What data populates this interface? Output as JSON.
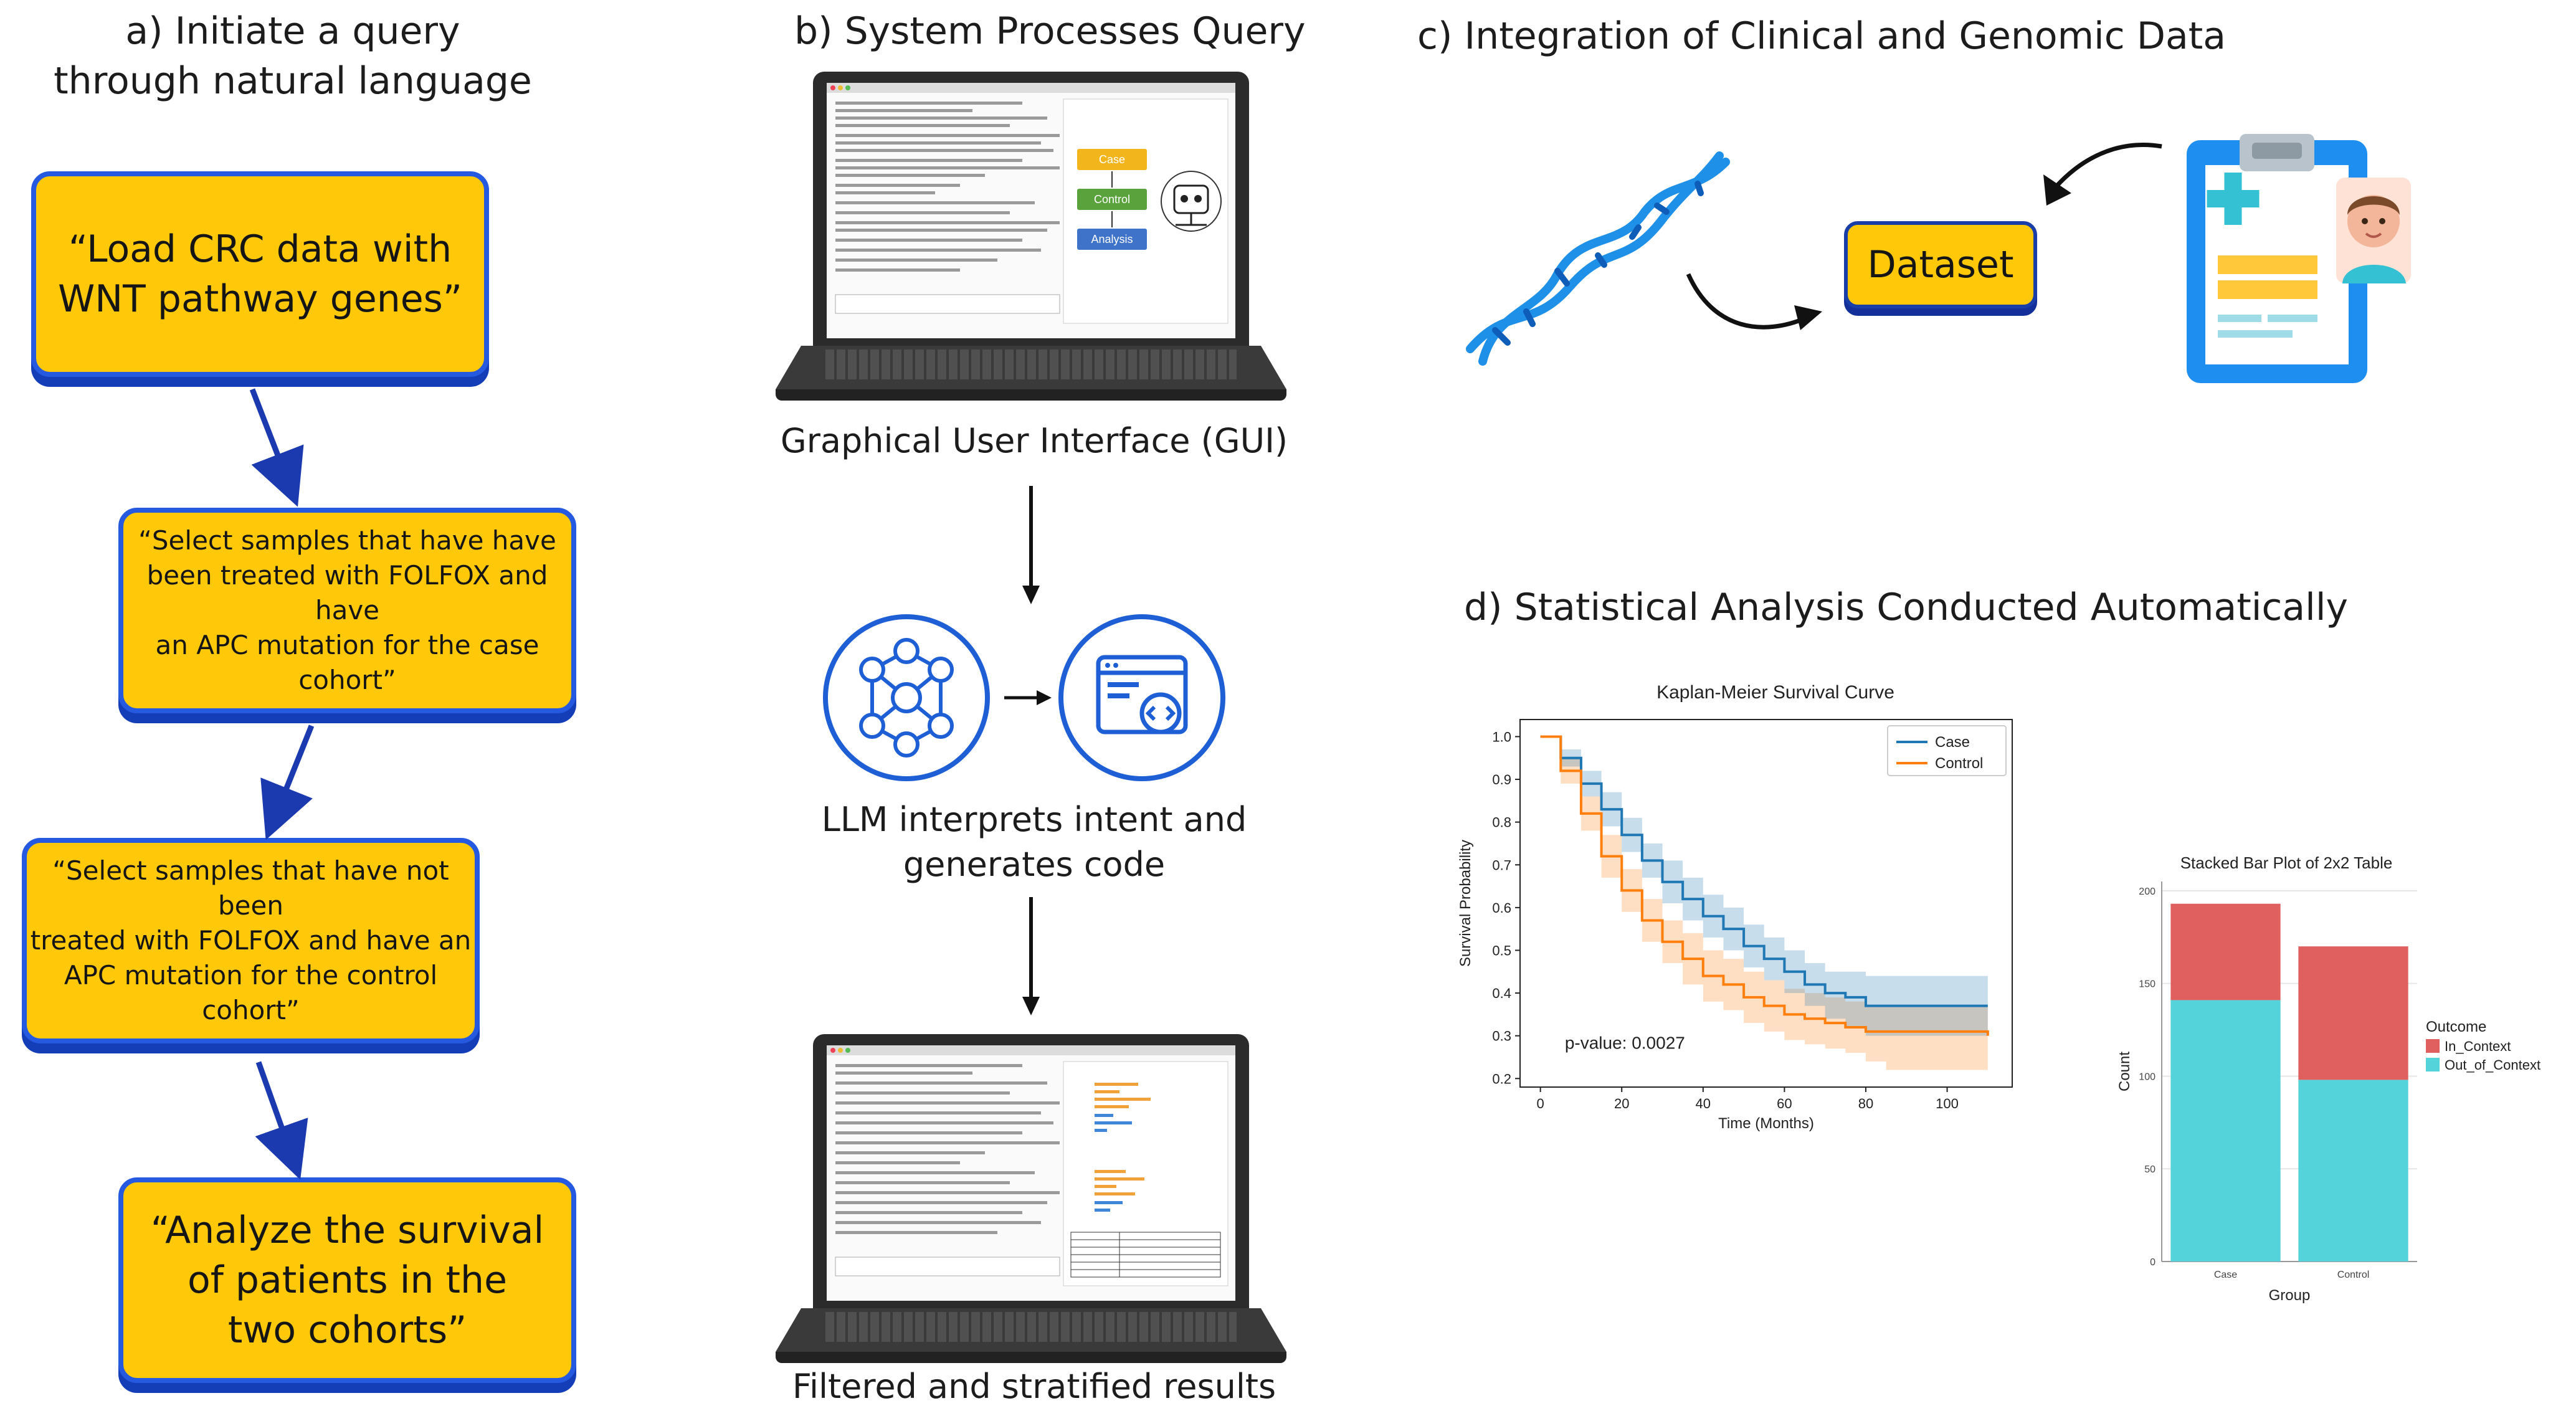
{
  "sections": {
    "a": {
      "title_line1": "a) Initiate a query",
      "title_line2": "through natural language"
    },
    "b": {
      "title": "b) System Processes Query"
    },
    "c": {
      "title": "c) Integration of Clinical and Genomic Data"
    },
    "d": {
      "title": "d) Statistical Analysis Conducted Automatically"
    }
  },
  "queries": [
    {
      "line1": "“Load CRC data with",
      "line2": "WNT pathway genes”"
    },
    {
      "line1": "“Select samples that have have",
      "line2": "been treated with FOLFOX and have",
      "line3": "an APC mutation for the case",
      "line4": "cohort”"
    },
    {
      "line1": "“Select samples that have not been",
      "line2": "treated with FOLFOX and  have an",
      "line3": "APC mutation for the control",
      "line4": "cohort”"
    },
    {
      "line1": "“Analyze the survival",
      "line2": "of patients in the",
      "line3": "two cohorts”"
    }
  ],
  "gui_flow": {
    "gui_label": "Graphical User Interface (GUI)",
    "llm_label_line1": "LLM interprets intent and",
    "llm_label_line2": "generates code",
    "results_label": "Filtered and stratified results",
    "screen_flow": {
      "case": "Case",
      "control": "Control",
      "analysis": "Analysis"
    }
  },
  "integration": {
    "dataset_label": "Dataset"
  },
  "colors": {
    "accent_yellow": "#ffc809",
    "accent_blue": "#2459e0",
    "case": "#1f77b4",
    "control": "#ff7f0e",
    "in_context": "#e06060",
    "out_context": "#55d3da"
  },
  "icons": {
    "dna": "dna-icon",
    "clinical": "clinical-record-icon",
    "network": "neural-network-icon",
    "code": "code-window-icon",
    "robot": "robot-icon"
  },
  "chart_data": [
    {
      "type": "line",
      "title": "Kaplan-Meier Survival Curve",
      "xlabel": "Time (Months)",
      "ylabel": "Survival Probability",
      "xlim": [
        -5,
        116
      ],
      "ylim": [
        0.18,
        1.04
      ],
      "xticks": [
        0,
        20,
        40,
        60,
        80,
        100
      ],
      "yticks": [
        0.2,
        0.3,
        0.4,
        0.5,
        0.6,
        0.7,
        0.8,
        0.9,
        1.0
      ],
      "annotation": "p-value: 0.0027",
      "legend": "top-right",
      "series": [
        {
          "name": "Case",
          "color": "#1f77b4",
          "x": [
            0,
            5,
            10,
            15,
            20,
            25,
            30,
            35,
            40,
            45,
            50,
            55,
            60,
            65,
            70,
            75,
            80,
            85,
            90,
            95,
            100,
            105,
            110
          ],
          "y": [
            1.0,
            0.95,
            0.89,
            0.83,
            0.77,
            0.71,
            0.66,
            0.62,
            0.58,
            0.55,
            0.51,
            0.48,
            0.45,
            0.42,
            0.4,
            0.39,
            0.37,
            0.37,
            0.37,
            0.37,
            0.37,
            0.37,
            0.37
          ],
          "lower": [
            1.0,
            0.93,
            0.86,
            0.79,
            0.73,
            0.67,
            0.61,
            0.57,
            0.53,
            0.5,
            0.46,
            0.43,
            0.4,
            0.37,
            0.34,
            0.32,
            0.3,
            0.3,
            0.3,
            0.3,
            0.3,
            0.3,
            0.3
          ],
          "upper": [
            1.0,
            0.97,
            0.92,
            0.87,
            0.81,
            0.75,
            0.71,
            0.67,
            0.63,
            0.6,
            0.56,
            0.53,
            0.5,
            0.47,
            0.45,
            0.45,
            0.44,
            0.44,
            0.44,
            0.44,
            0.44,
            0.44,
            0.44
          ]
        },
        {
          "name": "Control",
          "color": "#ff7f0e",
          "x": [
            0,
            5,
            10,
            15,
            20,
            25,
            30,
            35,
            40,
            45,
            50,
            55,
            60,
            65,
            70,
            75,
            80,
            85,
            90,
            95,
            100,
            105,
            110
          ],
          "y": [
            1.0,
            0.92,
            0.82,
            0.72,
            0.64,
            0.57,
            0.52,
            0.48,
            0.44,
            0.42,
            0.39,
            0.37,
            0.35,
            0.34,
            0.33,
            0.32,
            0.31,
            0.31,
            0.31,
            0.31,
            0.31,
            0.31,
            0.3
          ],
          "lower": [
            1.0,
            0.89,
            0.78,
            0.67,
            0.59,
            0.52,
            0.47,
            0.42,
            0.38,
            0.36,
            0.33,
            0.31,
            0.29,
            0.28,
            0.27,
            0.26,
            0.24,
            0.22,
            0.22,
            0.22,
            0.22,
            0.22,
            0.22
          ],
          "upper": [
            1.0,
            0.95,
            0.86,
            0.77,
            0.69,
            0.62,
            0.57,
            0.54,
            0.5,
            0.48,
            0.45,
            0.43,
            0.41,
            0.4,
            0.39,
            0.38,
            0.37,
            0.37,
            0.37,
            0.37,
            0.37,
            0.37,
            0.37
          ]
        }
      ]
    },
    {
      "type": "bar",
      "stacked": true,
      "title": "Stacked Bar Plot of 2x2 Table",
      "xlabel": "Group",
      "ylabel": "Count",
      "categories": [
        "Case",
        "Control"
      ],
      "ylim": [
        0,
        205
      ],
      "yticks": [
        0,
        50,
        100,
        150,
        200
      ],
      "legend_title": "Outcome",
      "legend": "right",
      "series": [
        {
          "name": "Out_of_Context",
          "color": "#55d3da",
          "values": [
            141,
            98
          ]
        },
        {
          "name": "In_Context",
          "color": "#e06060",
          "values": [
            52,
            72
          ]
        }
      ]
    }
  ]
}
